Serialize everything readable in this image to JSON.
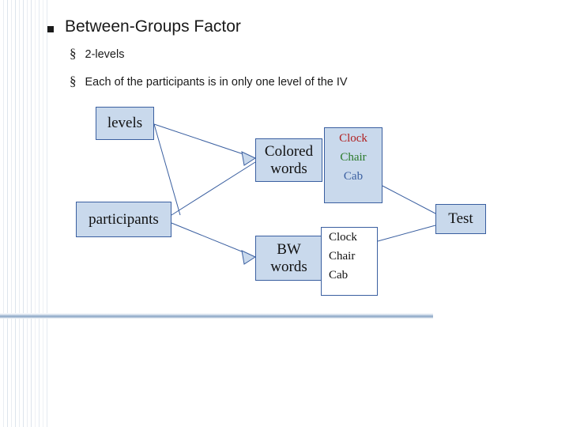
{
  "slide": {
    "title": "Between-Groups Factor",
    "bullets": [
      "2-levels",
      "Each of the participants is in only one level of the IV"
    ],
    "bullet_marker": "§"
  },
  "diagram": {
    "nodes": {
      "levels": "levels",
      "participants": "participants",
      "colored_words_line1": "Colored",
      "colored_words_line2": "words",
      "bw_words_line1": "BW",
      "bw_words_line2": "words",
      "test": "Test"
    },
    "lists": {
      "colored": [
        "Clock",
        "Chair",
        "Cab"
      ],
      "bw": [
        "Clock",
        "Chair",
        "Cab"
      ]
    },
    "colors": {
      "clock": "#b02020",
      "chair": "#2a7a2a",
      "cab": "#3a5fa0",
      "node_fill": "#c9d9ec",
      "node_border": "#3a5fa0",
      "connector": "#3a5fa0"
    }
  }
}
